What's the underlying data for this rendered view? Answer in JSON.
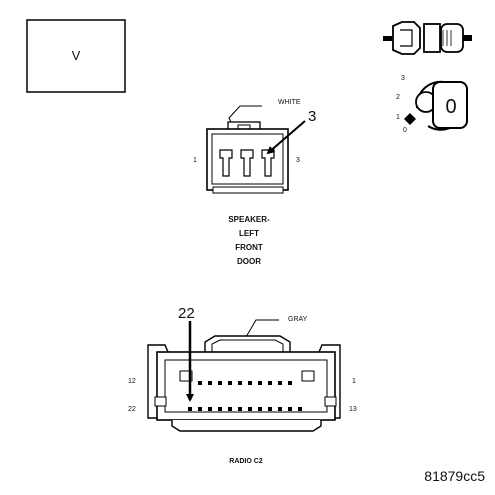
{
  "view_box": {
    "letter": "V"
  },
  "key_symbol": {
    "positions": [
      "3",
      "2",
      "1",
      "0"
    ],
    "current": "0"
  },
  "speaker_connector": {
    "color_label": "WHITE",
    "callout_pin": "3",
    "left_pin": "1",
    "right_pin": "3",
    "name_lines": [
      "SPEAKER-",
      "LEFT",
      "FRONT",
      "DOOR"
    ]
  },
  "radio_connector": {
    "color_label": "GRAY",
    "callout_pin": "22",
    "top_left_pin": "12",
    "top_right_pin": "1",
    "bottom_left_pin": "22",
    "bottom_right_pin": "13",
    "name": "RADIO C2"
  },
  "figure_id": "81879cc5"
}
